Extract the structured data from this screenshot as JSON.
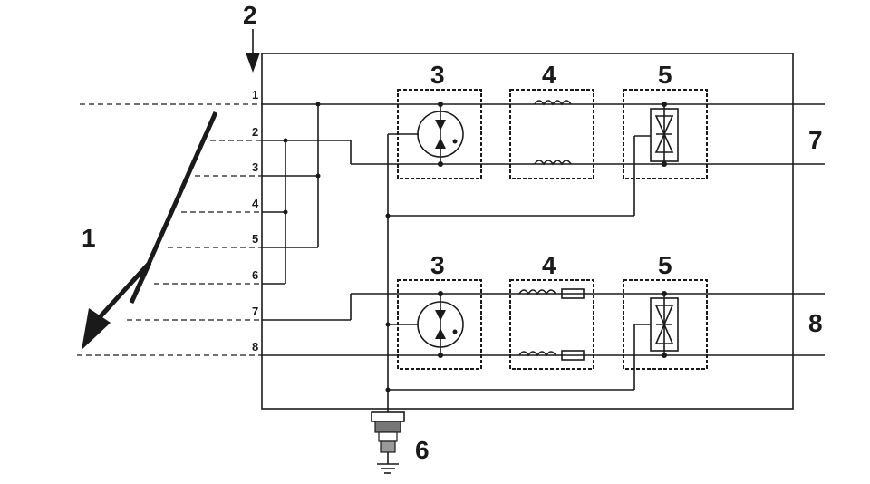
{
  "labels": {
    "lightning": "1",
    "arrow": "2",
    "gdt_top": "3",
    "filter_top": "4",
    "tvs_top": "5",
    "ground": "6",
    "out_top": "7",
    "gdt_bottom": "3",
    "filter_bottom": "4",
    "tvs_bottom": "5",
    "out_bottom": "8"
  },
  "pins": [
    "1",
    "2",
    "3",
    "4",
    "5",
    "6",
    "7",
    "8"
  ]
}
